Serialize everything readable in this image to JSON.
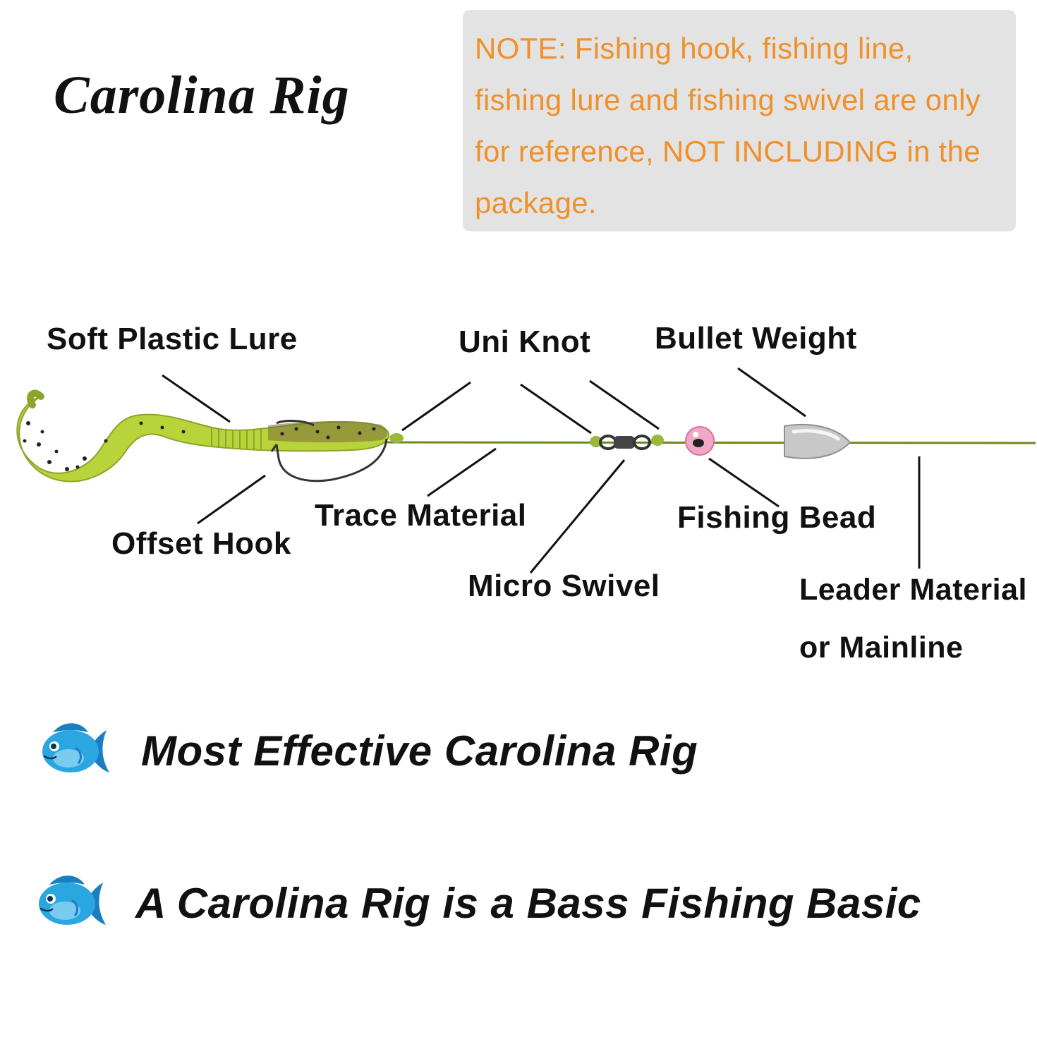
{
  "title": "Carolina Rig",
  "note": "NOTE: Fishing hook, fishing line, fishing lure and fishing swivel are only for reference, NOT INCLUDING in the package.",
  "labels": {
    "soft_plastic_lure": "Soft Plastic Lure",
    "uni_knot": "Uni Knot",
    "bullet_weight": "Bullet Weight",
    "offset_hook": "Offset Hook",
    "trace_material": "Trace Material",
    "micro_swivel": "Micro Swivel",
    "fishing_bead": "Fishing Bead",
    "leader_line1": "Leader Material",
    "leader_line2": "or Mainline"
  },
  "bullets": [
    {
      "text": "Most Effective Carolina Rig",
      "icon": "fish-icon"
    },
    {
      "text": "A Carolina Rig is a Bass Fishing Basic",
      "icon": "fish-icon"
    }
  ],
  "colors": {
    "note_text": "#f0902a",
    "note_bg": "#e3e3e3",
    "line": "#6b8a1a",
    "lure": "#b8d43a",
    "fish": "#2aa6e0"
  }
}
